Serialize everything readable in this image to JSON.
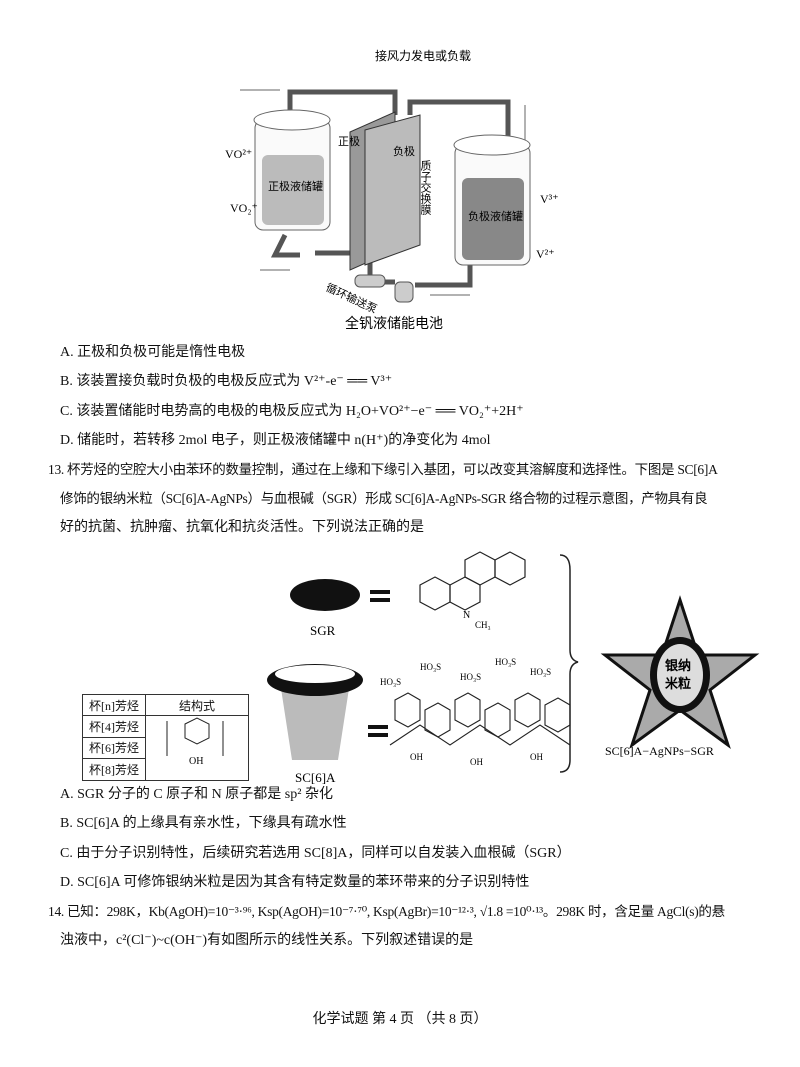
{
  "q12": {
    "figure": {
      "caption": "全钒液储能电池",
      "label_load": "接风力发电或负载",
      "label_positive": "正极",
      "label_negative": "负极",
      "label_membrane": "质子交换膜",
      "label_pos_tank": "正极液储罐",
      "label_neg_tank": "负极液储罐",
      "label_pump": "循环输送泵",
      "label_vo2": "VO²⁺",
      "label_vo2plus": "VO₂⁺",
      "label_v3": "V³⁺",
      "label_v2": "V²⁺"
    },
    "options": [
      "A. 正极和负极可能是惰性电极",
      "B. 该装置接负载时负极的电极反应式为 V²⁺-e⁻ ══ V³⁺",
      "C. 该装置储能时电势高的电极的电极反应式为 H₂O+VO²⁺−e⁻ ══ VO₂⁺+2H⁺",
      "D. 储能时，若转移 2mol 电子，则正极液储罐中 n(H⁺)的净变化为 4mol"
    ]
  },
  "q13": {
    "stem": [
      "13. 杯芳烃的空腔大小由苯环的数量控制，通过在上缘和下缘引入基团，可以改变其溶解度和选择性。下图是 SC[6]A",
      "修饰的银纳米粒（SC[6]A-AgNPs）与血根碱（SGR）形成 SC[6]A-AgNPs-SGR 络合物的过程示意图，产物具有良",
      "好的抗菌、抗肿瘤、抗氧化和抗炎活性。下列说法正确的是"
    ],
    "figure": {
      "sgr_label": "SGR",
      "sc6a_label": "SC[6]A",
      "product_label": "SC[6]A−AgNPs−SGR",
      "nano_label_1": "银纳",
      "nano_label_2": "米粒",
      "n_methyl": "N",
      "ch3": "CH₃",
      "so3h": "HO₃S",
      "oh": "OH",
      "table_headers": [
        "杯[n]芳烃",
        "结构式"
      ],
      "table_rows": [
        "杯[4]芳烃",
        "杯[6]芳烃",
        "杯[8]芳烃"
      ]
    },
    "options": [
      "A. SGR 分子的 C 原子和 N 原子都是 sp² 杂化",
      "B. SC[6]A 的上缘具有亲水性，下缘具有疏水性",
      "C. 由于分子识别特性，后续研究若选用 SC[8]A，同样可以自发装入血根碱（SGR）",
      "D. SC[6]A 可修饰银纳米粒是因为其含有特定数量的苯环带来的分子识别特性"
    ]
  },
  "q14": {
    "stem": [
      "14. 已知：298K，Kb(AgOH)=10⁻³·⁹⁶, Ksp(AgOH)=10⁻⁷·⁷⁰, Ksp(AgBr)=10⁻¹²·³, √1.8 =10⁰·¹³。298K 时，含足量 AgCl(s)的悬",
      "浊液中，c²(Cl⁻)~c(OH⁻)有如图所示的线性关系。下列叙述错误的是"
    ]
  },
  "footer": "化学试题 第 4 页 （共 8 页）"
}
